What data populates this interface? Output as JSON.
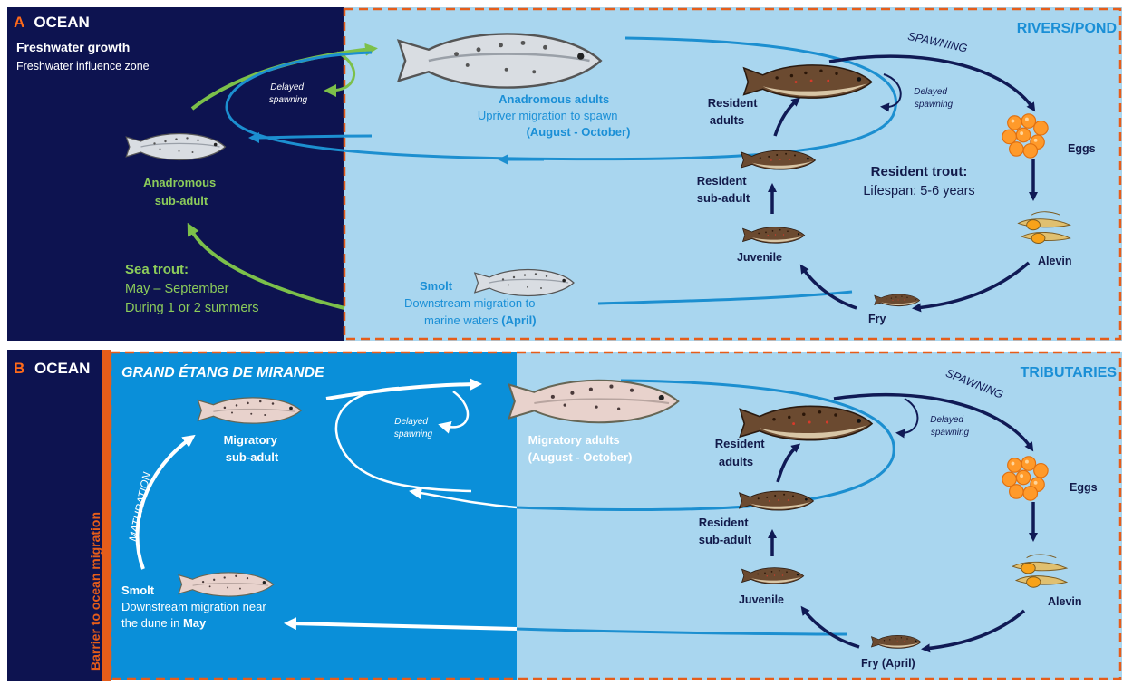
{
  "colors": {
    "ocean_dark": "#0d1350",
    "river_light": "#a9d6ef",
    "pond_mid": "#0a8fd9",
    "border_orange": "#e65d1a",
    "arrow_dark": "#101a55",
    "arrow_blue": "#1c8fd0",
    "arrow_green": "#7cc04a",
    "label_blue": "#1a8fd6",
    "label_green": "#8ccc5a",
    "label_dark": "#121a4a",
    "orange_letter": "#ff6a1a",
    "egg_orange": "#ff9a2a",
    "alevin_yellow": "#f7a21a"
  },
  "panelA": {
    "letter": "A",
    "ocean": "OCEAN",
    "freshwater_growth": "Freshwater growth",
    "influence_zone": "Freshwater influence zone",
    "delayed_1": "Delayed",
    "delayed_2": "spawning",
    "rivers": "RIVERS/POND",
    "anadromous_adults": "Anadromous adults",
    "upriver": "Upriver migration to spawn",
    "aug_oct": "(August - October)",
    "anadromous": "Anadromous",
    "sub_adult": "sub-adult",
    "sea_trout": "Sea trout:",
    "may_sep": "May – September",
    "summers": "During 1 or 2 summers",
    "smolt": "Smolt",
    "downstream": "Downstream migration to",
    "marine_prefix": "marine waters ",
    "april": "(April)",
    "spawning": "SPAWNING",
    "delayed_r1": "Delayed",
    "delayed_r2": "spawning",
    "resident": "Resident",
    "adults": "adults",
    "eggs": "Eggs",
    "resident_trout": "Resident trout:",
    "lifespan": "Lifespan: 5-6 years",
    "resident_sub": "Resident",
    "sub_adult_r": "sub-adult",
    "juvenile": "Juvenile",
    "alevin": "Alevin",
    "fry": "Fry"
  },
  "panelB": {
    "letter": "B",
    "ocean": "OCEAN",
    "barrier": "Barrier to ocean migration",
    "grand_etang": "GRAND ÉTANG DE MIRANDE",
    "tributaries": "TRIBUTARIES",
    "migratory": "Migratory",
    "sub_adult": "sub-adult",
    "maturation": "MATURATION",
    "delayed_1": "Delayed",
    "delayed_2": "spawning",
    "migratory_adults": "Migratory adults",
    "aug_oct": "(August - October)",
    "smolt": "Smolt",
    "downstream": "Downstream migration near",
    "dune_prefix": "the dune in ",
    "may": "May",
    "spawning": "SPAWNING",
    "delayed_r1": "Delayed",
    "delayed_r2": "spawning",
    "resident": "Resident",
    "adults": "adults",
    "eggs": "Eggs",
    "resident_sub": "Resident",
    "sub_adult_r": "sub-adult",
    "juvenile": "Juvenile",
    "alevin": "Alevin",
    "fry_april": "Fry (April)"
  }
}
